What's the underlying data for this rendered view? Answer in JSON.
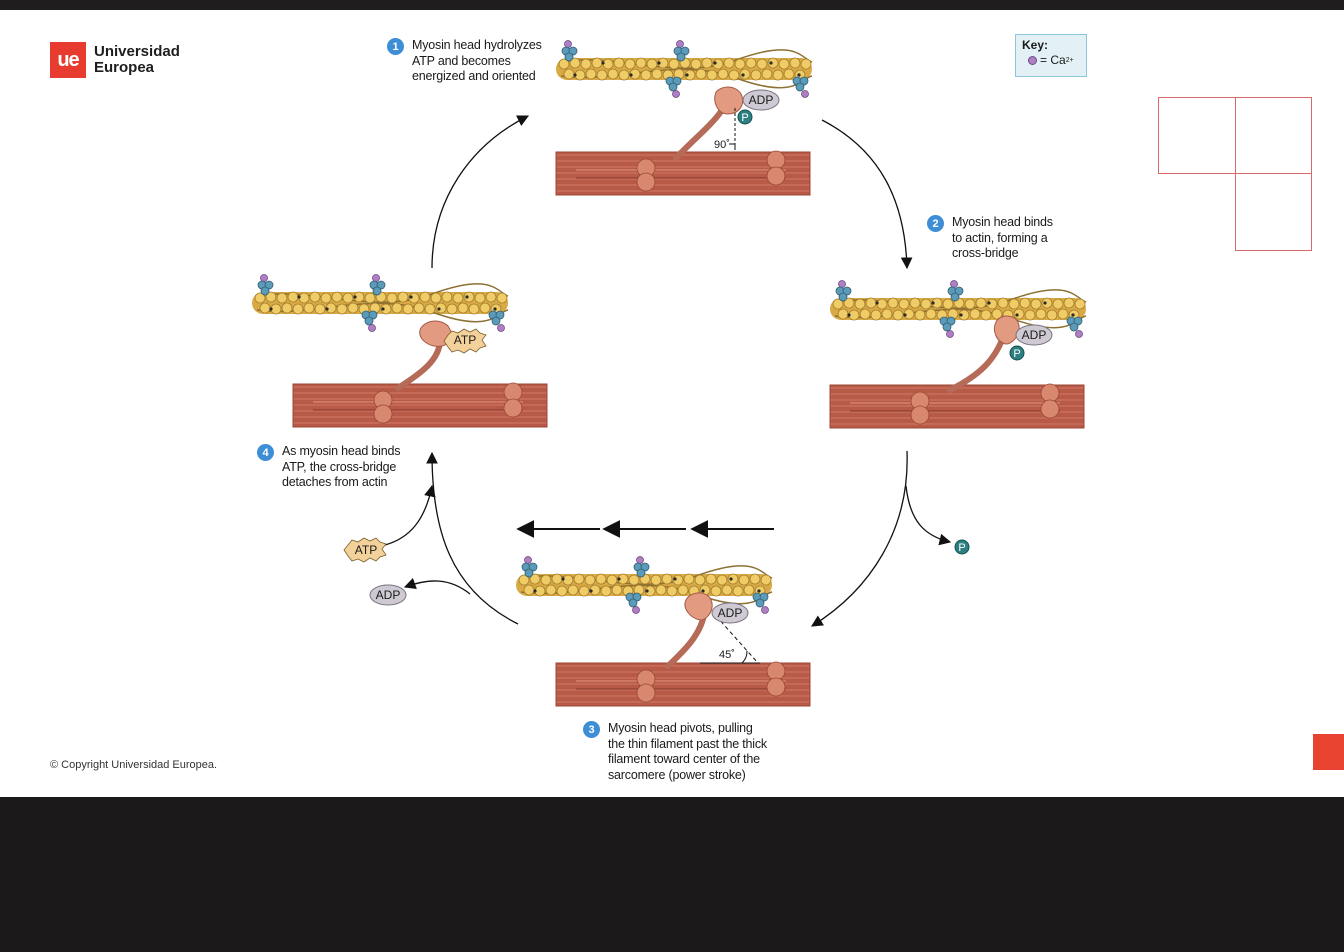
{
  "brand": {
    "logo_mark": "ue",
    "name_line1": "Universidad",
    "name_line2": "Europea"
  },
  "key": {
    "title": "Key:",
    "calcium_label": "= Ca",
    "calcium_charge": "2+"
  },
  "steps": [
    {
      "number": "1",
      "lines": [
        "Myosin head hydrolyzes",
        "ATP and becomes",
        "energized and oriented"
      ]
    },
    {
      "number": "2",
      "lines": [
        "Myosin head binds",
        "to actin, forming a",
        "cross-bridge"
      ]
    },
    {
      "number": "3",
      "lines": [
        "Myosin head pivots, pulling",
        "the thin filament past the thick",
        "filament toward center of the",
        "sarcomere (power stroke)"
      ]
    },
    {
      "number": "4",
      "lines": [
        "As myosin head binds",
        "ATP, the cross-bridge",
        "detaches from actin"
      ]
    }
  ],
  "molecule_labels": {
    "adp": "ADP",
    "phosphate": "P",
    "atp": "ATP"
  },
  "angles": {
    "step1": "90˚",
    "step3": "45˚"
  },
  "copyright": "© Copyright Universidad Europea.",
  "colors": {
    "brand_red": "#e63b2e",
    "badge_blue": "#3e8ed6",
    "actin_gold": "#e8c15a",
    "myosin_red": "#b85a48",
    "myosin_head": "#e29a80",
    "adp_gray": "#cfc9d3",
    "phosphate_teal": "#2e7f82",
    "atp_tan": "#f3d19a",
    "calcium_purple": "#b07ec4",
    "key_bg": "#e3f1f6"
  }
}
